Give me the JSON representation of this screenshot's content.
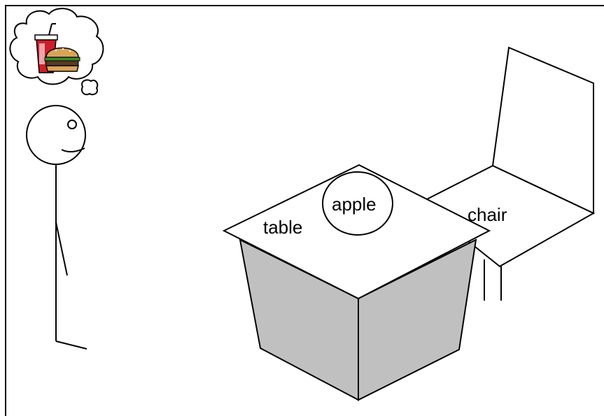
{
  "labels": {
    "table": "table",
    "apple": "apple",
    "chair": "chair"
  },
  "colors": {
    "table_side": "#c0c0c0",
    "line": "#000000",
    "background": "#ffffff",
    "drink_red": "#cc1f2a",
    "bun": "#d9a35a",
    "patty": "#5a3a22"
  },
  "icons": {
    "thought": "thought-bubble-icon",
    "food": "fast-food-icon"
  }
}
